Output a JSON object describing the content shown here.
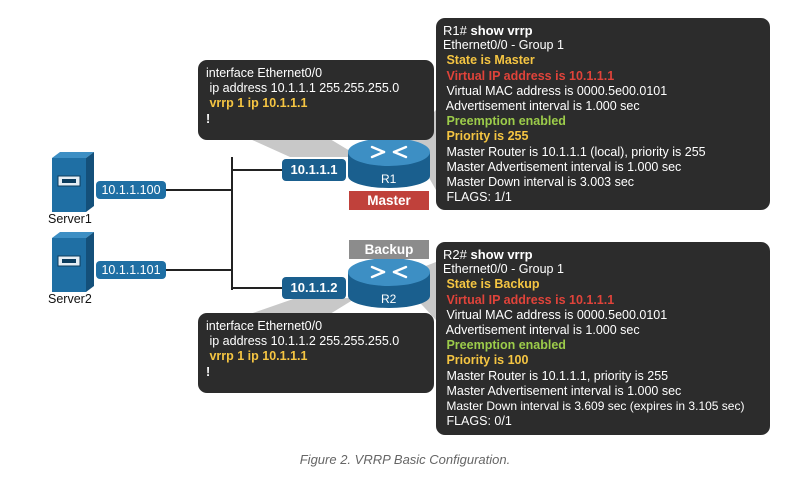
{
  "servers": [
    {
      "name": "Server1",
      "ip": "10.1.1.100"
    },
    {
      "name": "Server2",
      "ip": "10.1.1.101"
    }
  ],
  "routers": [
    {
      "name": "R1",
      "ip": "10.1.1.1",
      "role": "Master",
      "role_color": "#c0413b"
    },
    {
      "name": "R2",
      "ip": "10.1.1.2",
      "role": "Backup",
      "role_color": "#8c8c8c"
    }
  ],
  "r1_config": {
    "line1": "interface Ethernet0/0",
    "line2": " ip address 10.1.1.1 255.255.255.0",
    "line3": " vrrp 1 ip 10.1.1.1",
    "line4": "!"
  },
  "r2_config": {
    "line1": "interface Ethernet0/0",
    "line2": " ip address 10.1.1.2 255.255.255.0",
    "line3": " vrrp 1 ip 10.1.1.1",
    "line4": "!"
  },
  "r1_show": {
    "prompt": "R1#",
    "command": "show vrrp",
    "lines": [
      "Ethernet0/0 - Group 1",
      " State is Master",
      " Virtual IP address is 10.1.1.1",
      " Virtual MAC address is 0000.5e00.0101",
      " Advertisement interval is 1.000 sec",
      " Preemption enabled",
      " Priority is 255",
      " Master Router is 10.1.1.1 (local), priority is 255",
      " Master Advertisement interval is 1.000 sec",
      " Master Down interval is 3.003 sec",
      " FLAGS: 1/1"
    ]
  },
  "r2_show": {
    "prompt": "R2#",
    "command": "show vrrp",
    "lines": [
      "Ethernet0/0 - Group 1",
      " State is Backup",
      " Virtual IP address is 10.1.1.1",
      " Virtual MAC address is 0000.5e00.0101",
      " Advertisement interval is 1.000 sec",
      " Preemption enabled",
      " Priority is 100",
      " Master Router is 10.1.1.1, priority is 255",
      " Master Advertisement interval is 1.000 sec",
      " Master Down interval is 3.609 sec (expires in 3.105 sec)",
      " FLAGS: 0/1"
    ]
  },
  "colors": {
    "terminal_bg": "#2c2c2c",
    "highlight_yellow": "#f5c542",
    "highlight_red": "#e0433a",
    "highlight_green": "#9ccc4a",
    "router_blue": "#1f6fa4",
    "interface_blue": "#1a5f8e"
  },
  "caption": "Figure 2. VRRP Basic Configuration."
}
